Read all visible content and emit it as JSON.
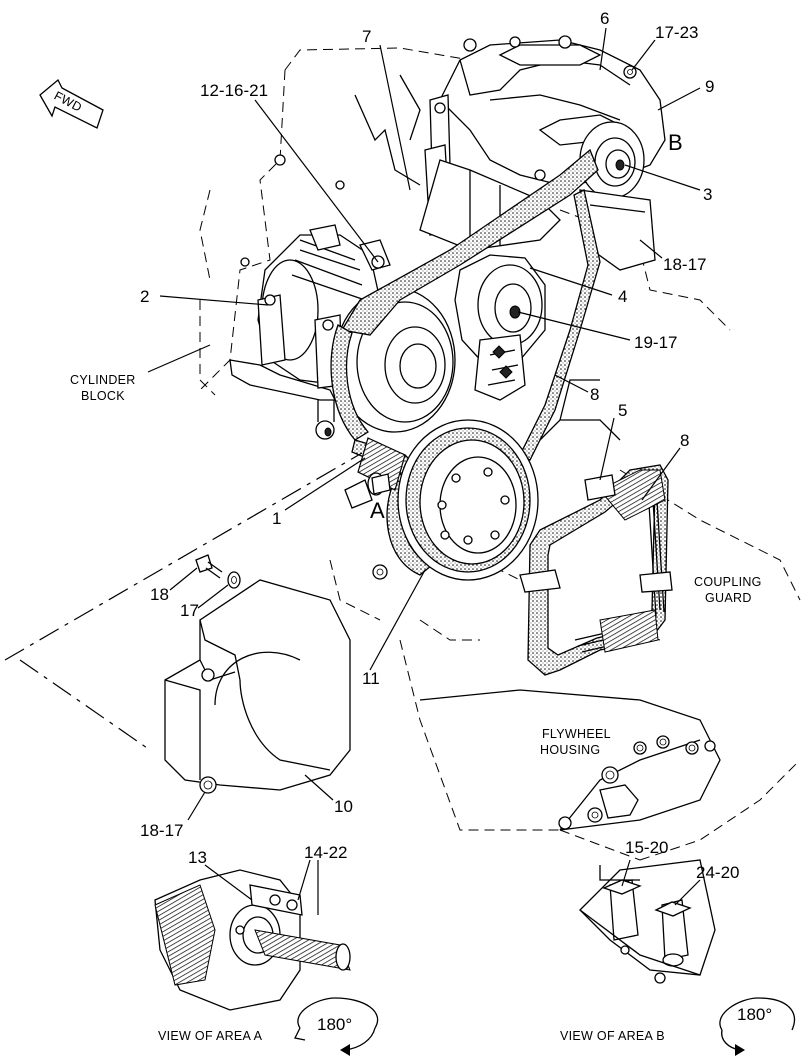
{
  "direction_label": "FWD",
  "callouts": {
    "c7": "7",
    "c6": "6",
    "c17_23": "17-23",
    "c9": "9",
    "c12_16_21": "12-16-21",
    "c3": "3",
    "c18_17_top": "18-17",
    "c2": "2",
    "c4": "4",
    "c19_17": "19-17",
    "c8_mid": "8",
    "c5": "5",
    "c8_right": "8",
    "c1": "1",
    "c18": "18",
    "c17": "17",
    "c11": "11",
    "c10": "10",
    "c18_17_bottom": "18-17",
    "c13": "13",
    "c14_22": "14-22",
    "c15_20": "15-20",
    "c24_20": "24-20"
  },
  "area_markers": {
    "a": "A",
    "b": "B"
  },
  "notes": {
    "cylinder_block": [
      "CYLINDER",
      "BLOCK"
    ],
    "coupling_guard": [
      "COUPLING",
      "GUARD"
    ],
    "flywheel_housing": [
      "FLYWHEEL",
      "HOUSING"
    ]
  },
  "views": {
    "area_a": {
      "label": "VIEW OF AREA  A",
      "rotation": "180°"
    },
    "area_b": {
      "label": "VIEW OF AREA  B",
      "rotation": "180°"
    }
  }
}
